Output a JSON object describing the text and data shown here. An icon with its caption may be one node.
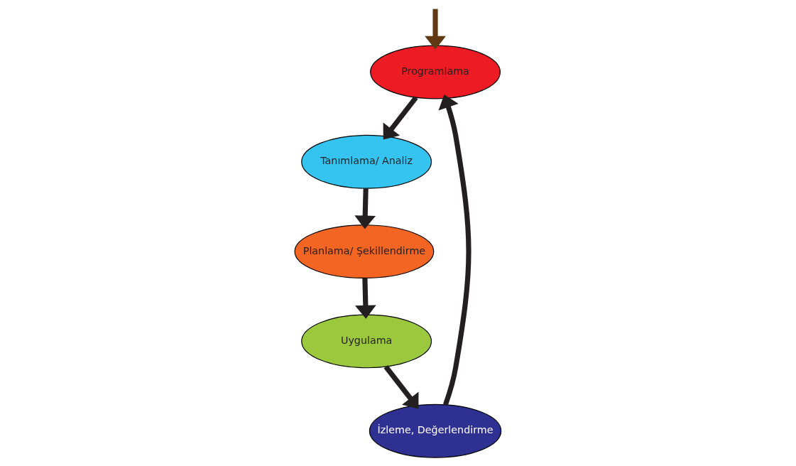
{
  "diagram": {
    "nodes": [
      {
        "text": [
          "Programlama"
        ]
      },
      {
        "text": [
          "Tanımlama/ Analiz"
        ]
      },
      {
        "text": [
          "Planlama/ Şekillendirme"
        ]
      },
      {
        "text": [
          "Uygulama"
        ]
      },
      {
        "text": [
          "İzleme, Değerlendirme"
        ]
      }
    ],
    "edges": [
      {
        "from": null,
        "to": 0,
        "arrow": "to",
        "color": "#603813"
      },
      {
        "from": 0,
        "to": 1,
        "arrow": "to"
      },
      {
        "from": 1,
        "to": 2,
        "arrow": "to"
      },
      {
        "from": 2,
        "to": 3,
        "arrow": "to"
      },
      {
        "from": 3,
        "to": 4,
        "arrow": "to"
      },
      {
        "from": 4,
        "to": 0,
        "arrow": "to"
      }
    ]
  }
}
